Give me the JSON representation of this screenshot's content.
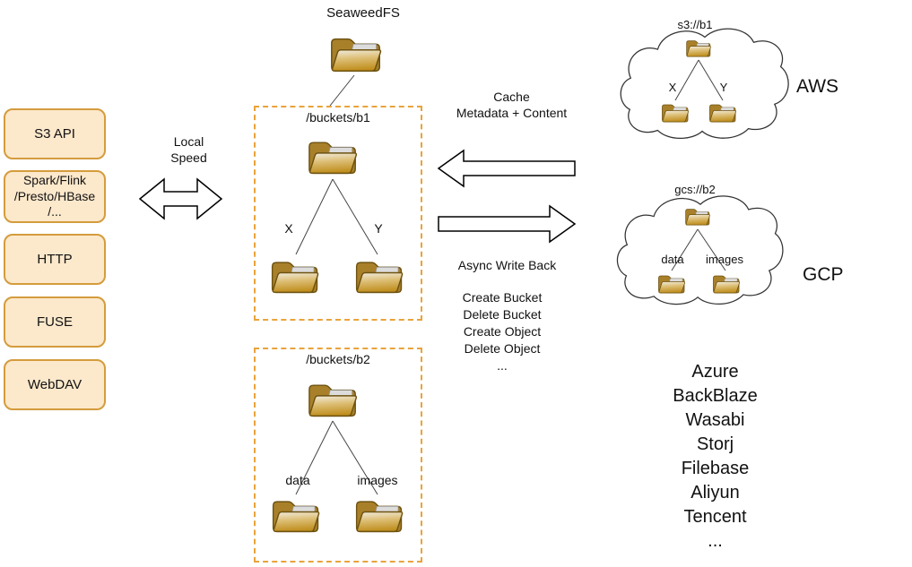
{
  "diagram": {
    "title": "SeaweedFS"
  },
  "left_panel": {
    "items": [
      "S3 API",
      "Spark/Flink\n/Presto/HBase\n/...",
      "HTTP",
      "FUSE",
      "WebDAV"
    ]
  },
  "local_link": {
    "label": "Local\nSpeed"
  },
  "sync": {
    "cache_label": "Cache\nMetadata + Content",
    "write_back_label": "Async Write Back",
    "operations": [
      "Create Bucket",
      "Delete Bucket",
      "Create Object",
      "Delete Object",
      "..."
    ]
  },
  "bucket_b1": {
    "title": "/buckets/b1",
    "children": [
      "X",
      "Y"
    ]
  },
  "bucket_b2": {
    "title": "/buckets/b2",
    "children": [
      "data",
      "images"
    ]
  },
  "aws": {
    "bucket": "s3://b1",
    "children": [
      "X",
      "Y"
    ],
    "label": "AWS"
  },
  "gcp": {
    "bucket": "gcs://b2",
    "children": [
      "data",
      "images"
    ],
    "label": "GCP"
  },
  "providers": [
    "Azure",
    "BackBlaze",
    "Wasabi",
    "Storj",
    "Filebase",
    "Aliyun",
    "Tencent",
    "..."
  ],
  "colors": {
    "panel_fill": "#FCE8CB",
    "panel_border": "#D49C3D",
    "dashed_border": "#E9A33B",
    "folder_gold": "#C08F1F",
    "folder_outline": "#6D5210"
  },
  "icons": {
    "folder": "folder-icon",
    "cloud": "cloud-shape",
    "local_arrow": "double-headed-hollow-arrow",
    "cache_arrow": "hollow-arrow-left",
    "write_back_arrow": "hollow-arrow-right"
  }
}
